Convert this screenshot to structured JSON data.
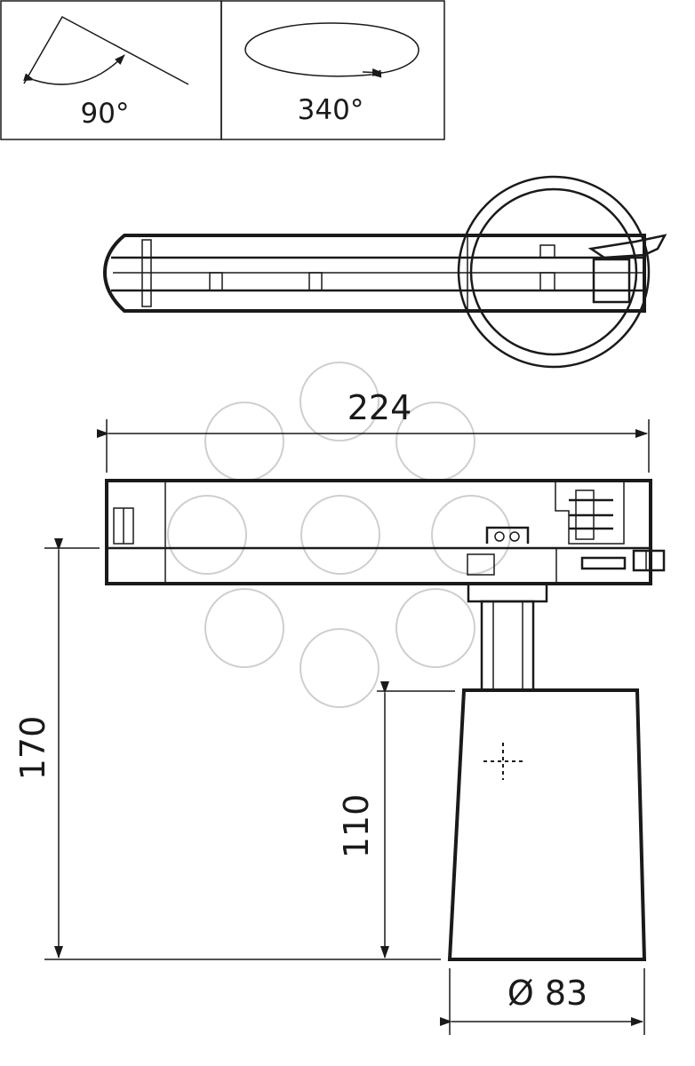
{
  "rotation": {
    "tilt_label": "90°",
    "swivel_label": "340°"
  },
  "dimensions": {
    "width_label": "224",
    "total_height_label": "170",
    "head_height_label": "110",
    "diameter_label": "Ø 83"
  },
  "colors": {
    "line": "#1a1a1a",
    "watermark": "#cfcfcf",
    "background": "#ffffff"
  }
}
